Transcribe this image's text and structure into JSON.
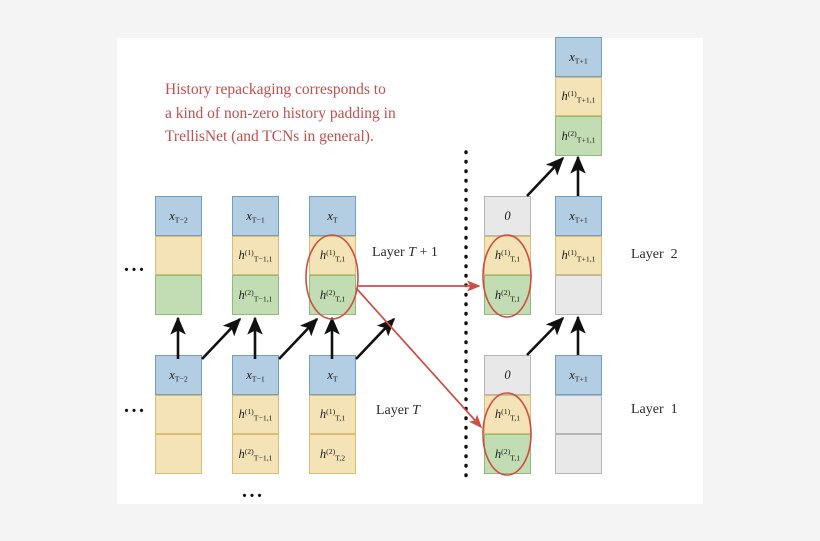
{
  "figure": {
    "background": "#f4f4f4",
    "plate_color": "#ffffff",
    "note_color": "#c0504d",
    "accent_red": "#cf4d42",
    "colors": {
      "blue": "#b3cde3",
      "yellow": "#f3e3b6",
      "green": "#c2ddb4",
      "gray": "#e8e8e8"
    },
    "annotation": {
      "line1": "History repackaging corresponds to",
      "line2": "a kind of non-zero history padding in",
      "line3": "TrellisNet (and TCNs in general)."
    },
    "labels": {
      "layer_T_plus_1": "Layer T + 1",
      "layer_T": "Layer T",
      "layer_2": "Layer 2",
      "layer_1": "Layer 1",
      "ellipsis": "..."
    }
  },
  "columns": {
    "top_left_1": {
      "name": "x_{T-2} column, upper row",
      "cells": [
        {
          "color": "blue",
          "base": "x",
          "sub": "T−2",
          "sup": ""
        },
        {
          "color": "yellow",
          "base": "",
          "sub": "",
          "sup": ""
        },
        {
          "color": "green",
          "base": "",
          "sub": "",
          "sup": ""
        }
      ]
    },
    "top_left_2": {
      "name": "x_{T-1} column, upper row",
      "cells": [
        {
          "color": "blue",
          "base": "x",
          "sub": "T−1",
          "sup": ""
        },
        {
          "color": "yellow",
          "base": "h",
          "sub": "T−1,1",
          "sup": "(1)"
        },
        {
          "color": "green",
          "base": "h",
          "sub": "T−1,1",
          "sup": "(2)"
        }
      ]
    },
    "top_left_3": {
      "name": "x_T column, upper row",
      "cells": [
        {
          "color": "blue",
          "base": "x",
          "sub": "T",
          "sup": ""
        },
        {
          "color": "yellow",
          "base": "h",
          "sub": "T,1",
          "sup": "(1)"
        },
        {
          "color": "green",
          "base": "h",
          "sub": "T,1",
          "sup": "(2)"
        }
      ]
    },
    "top_right_1": {
      "name": "zero-padded column, upper row",
      "cells": [
        {
          "color": "gray",
          "base": "0",
          "sub": "",
          "sup": ""
        },
        {
          "color": "yellow",
          "base": "h",
          "sub": "T,1",
          "sup": "(1)"
        },
        {
          "color": "green",
          "base": "h",
          "sub": "T,1",
          "sup": "(2)"
        }
      ]
    },
    "top_right_2": {
      "name": "x_{T+1} column, upper row",
      "cells": [
        {
          "color": "blue",
          "base": "x",
          "sub": "T+1",
          "sup": ""
        },
        {
          "color": "yellow",
          "base": "h",
          "sub": "T+1,1",
          "sup": "(1)"
        },
        {
          "color": "gray",
          "base": "",
          "sub": "",
          "sup": ""
        }
      ]
    },
    "bottom_left_1": {
      "name": "x_{T-2} column, lower row",
      "cells": [
        {
          "color": "blue",
          "base": "x",
          "sub": "T−2",
          "sup": ""
        },
        {
          "color": "yellow",
          "base": "",
          "sub": "",
          "sup": ""
        },
        {
          "color": "yellow",
          "base": "",
          "sub": "",
          "sup": ""
        }
      ]
    },
    "bottom_left_2": {
      "name": "x_{T-1} column, lower row",
      "cells": [
        {
          "color": "blue",
          "base": "x",
          "sub": "T−1",
          "sup": ""
        },
        {
          "color": "yellow",
          "base": "h",
          "sub": "T−1,1",
          "sup": "(1)"
        },
        {
          "color": "yellow",
          "base": "h",
          "sub": "T−1,1",
          "sup": "(2)"
        }
      ]
    },
    "bottom_left_3": {
      "name": "x_T column, lower row",
      "cells": [
        {
          "color": "blue",
          "base": "x",
          "sub": "T",
          "sup": ""
        },
        {
          "color": "yellow",
          "base": "h",
          "sub": "T,1",
          "sup": "(1)"
        },
        {
          "color": "yellow",
          "base": "h",
          "sub": "T,2",
          "sup": "(2)"
        }
      ]
    },
    "bottom_right_1": {
      "name": "zero-padded column, lower row",
      "cells": [
        {
          "color": "gray",
          "base": "0",
          "sub": "",
          "sup": ""
        },
        {
          "color": "yellow",
          "base": "h",
          "sub": "T,1",
          "sup": "(1)"
        },
        {
          "color": "green",
          "base": "h",
          "sub": "T,1",
          "sup": "(2)"
        }
      ]
    },
    "bottom_right_2": {
      "name": "x_{T+1} column, lower row",
      "cells": [
        {
          "color": "blue",
          "base": "x",
          "sub": "T+1",
          "sup": ""
        },
        {
          "color": "gray",
          "base": "",
          "sub": "",
          "sup": ""
        },
        {
          "color": "gray",
          "base": "",
          "sub": "",
          "sup": ""
        }
      ]
    },
    "far_top": {
      "name": "x_{T+1} output column, top",
      "cells": [
        {
          "color": "blue",
          "base": "x",
          "sub": "T+1",
          "sup": ""
        },
        {
          "color": "yellow",
          "base": "h",
          "sub": "T+1,1",
          "sup": "(1)"
        },
        {
          "color": "green",
          "base": "h",
          "sub": "T+1,1",
          "sup": "(2)"
        }
      ]
    }
  }
}
